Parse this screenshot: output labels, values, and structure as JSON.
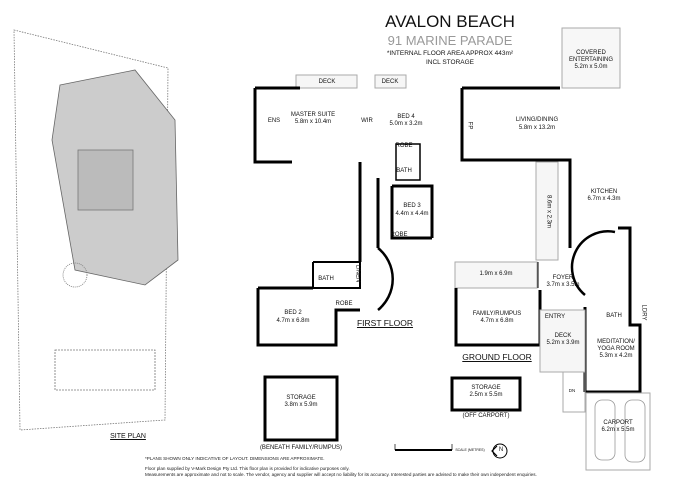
{
  "header": {
    "title": "AVALON BEACH",
    "address": "91 MARINE PARADE",
    "area_note": "*INTERNAL FLOOR AREA APPROX 443m²",
    "area_note2": "INCL STORAGE"
  },
  "site_plan": {
    "label": "SITE PLAN"
  },
  "first_floor": {
    "label": "FIRST FLOOR",
    "rooms": {
      "deck1": "DECK",
      "deck2": "DECK",
      "master": "MASTER SUITE",
      "master_dim": "5.8m x 10.4m",
      "ens": "ENS",
      "wir": "WIR",
      "bed4": "BED 4",
      "bed4_dim": "5.0m x 3.2m",
      "robe1": "ROBE",
      "bath1": "BATH",
      "bed3": "BED 3",
      "bed3_dim": "4.4m x 4.4m",
      "robe2": "ROBE",
      "bath2": "BATH",
      "linen": "LINEN",
      "robe3": "ROBE",
      "bed2": "BED 2",
      "bed2_dim": "4.7m x 6.8m"
    }
  },
  "ground_floor": {
    "label": "GROUND FLOOR",
    "rooms": {
      "covered": "COVERED",
      "entertaining": "ENTERTAINING",
      "covered_dim": "5.2m x 5.0m",
      "living": "LIVING/DINING",
      "living_dim": "5.8m x 13.2m",
      "fp": "FP",
      "hall_dim": "8.6m x 2.3m",
      "kitchen": "KITCHEN",
      "kitchen_dim": "6.7m x 4.3m",
      "balcony_dim": "1.9m x 6.9m",
      "foyer": "FOYER",
      "foyer_dim": "3.7m x 3.5m",
      "family": "FAMILY/RUMPUS",
      "family_dim": "4.7m x 6.8m",
      "entry": "ENTRY",
      "deck": "DECK",
      "deck_dim": "5.2m x 3.9m",
      "bath": "BATH",
      "ldry": "LDRY",
      "meditation": "MEDITATION/",
      "yoga": "YOGA ROOM",
      "meditation_dim": "5.3m x 4.2m",
      "dn": "DN",
      "carport": "CARPORT",
      "carport_dim": "6.2m x 5.5m"
    }
  },
  "storage": {
    "s1": "STORAGE",
    "s1_dim": "3.8m x 5.9m",
    "s1_note": "(BENEATH FAMILY/RUMPUS)",
    "s2": "STORAGE",
    "s2_dim": "2.5m x 5.5m",
    "s2_note": "(OFF CARPORT)"
  },
  "scale": {
    "label": "SCALE (METRES)",
    "north": "N"
  },
  "footer": {
    "line1": "*PLANS SHOWN ONLY INDICATIVE OF LAYOUT. DIMENSIONS ARE APPROXIMATE.",
    "line2": "Floor plan supplied by V-Mark Design Pty Ltd. This floor plan is provided for indicative purposes only.",
    "line3": "Measurements are approximate and not to scale. The vendor, agency and supplier will accept no liability for its accuracy. Interested parties are advised to make their own independent enquiries."
  }
}
